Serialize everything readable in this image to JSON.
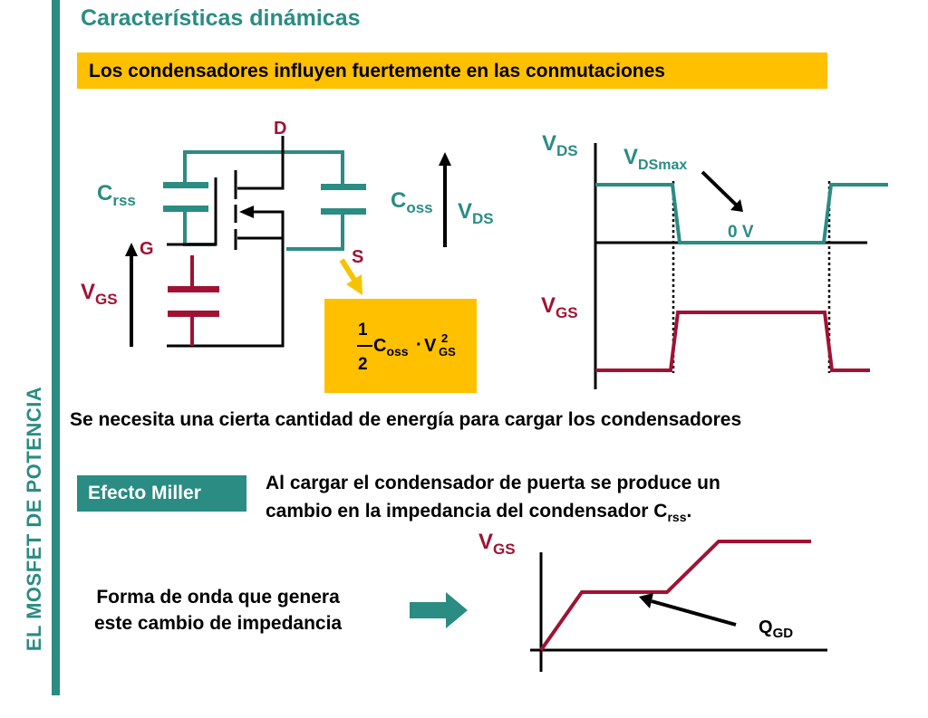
{
  "slide": {
    "title": "Características dinámicas",
    "subtitle": "Los condensadores influyen fuertemente en las conmutaciones",
    "side_title": "EL MOSFET  DE POTENCIA",
    "energy_note": "Se necesita una cierta cantidad de energía para cargar los condensadores",
    "miller_label": "Efecto Miller",
    "miller_text_line1": "Al cargar el condensador de puerta se produce un",
    "miller_text_line2_pre": "cambio en la impedancia del condensador C",
    "miller_text_line2_sub": "rss",
    "miller_text_line2_post": ".",
    "waveform_note_line1": "Forma de onda que genera",
    "waveform_note_line2": "este cambio de impedancia"
  },
  "circuit": {
    "drain": "D",
    "gate": "G",
    "source": "S",
    "crss_main": "C",
    "crss_sub": "rss",
    "coss_main": "C",
    "coss_sub": "oss",
    "vds_main": "V",
    "vds_sub": "DS",
    "vgs_main": "V",
    "vgs_sub": "GS"
  },
  "formula": {
    "numerator": "1",
    "denominator": "2",
    "c_main": "C",
    "c_sub": "oss",
    "dot": "·",
    "v_main": "V",
    "v_sup": "2",
    "v_sub": "GS"
  },
  "switching": {
    "vds_main": "V",
    "vds_sub": "DS",
    "vdsmax_main": "V",
    "vdsmax_sub": "DSmax",
    "zero_v": "0 V",
    "vgs_main": "V",
    "vgs_sub": "GS"
  },
  "miller_plot": {
    "vgs_main": "V",
    "vgs_sub": "GS",
    "qgd_main": "Q",
    "qgd_sub": "GD"
  },
  "colors": {
    "teal": "#2a8c83",
    "crimson": "#a01233",
    "yellow": "#ffc000",
    "arrow_yellow": "#f5c400",
    "black": "#000000"
  }
}
